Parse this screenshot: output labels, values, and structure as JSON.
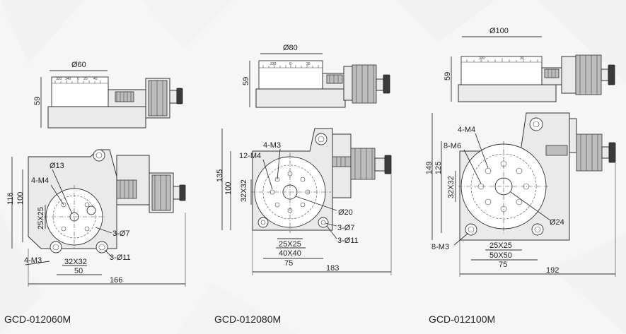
{
  "drawings": [
    {
      "model": "GCD-012060M",
      "dims": {
        "top_dia": "Ø60",
        "top_h": "59",
        "height_116": "116",
        "height_100": "100",
        "hole_dia": "Ø13",
        "thread4": "4-M4",
        "pattern_v": "25X25",
        "thread_bottom": "4-M3",
        "pattern_h": "32X32",
        "width_50": "50",
        "counterbore": "3-Ø7",
        "through": "3-Ø11",
        "total_w": "166"
      },
      "scale": [
        "320",
        "340",
        "0",
        "20",
        "40"
      ]
    },
    {
      "model": "GCD-012080M",
      "dims": {
        "top_dia": "Ø80",
        "top_h": "59",
        "height_135": "135",
        "height_100": "100",
        "thread4": "4-M3",
        "thread12": "12-M4",
        "pattern_v": "32X32",
        "center_dia": "Ø20",
        "counterbore": "3-Ø7",
        "through": "3-Ø11",
        "p25": "25X25",
        "p40": "40X40",
        "w75": "75",
        "total_w": "183"
      },
      "scale": [
        "330",
        "0",
        "30"
      ]
    },
    {
      "model": "GCD-012100M",
      "dims": {
        "top_dia": "Ø100",
        "top_h": "59",
        "height_149": "149",
        "height_125": "125",
        "thread4": "4-M4",
        "thread8": "8-M6",
        "pattern_v": "32X32",
        "center_dia": "Ø24",
        "thread_bottom": "8-M3",
        "p25": "25X25",
        "p50": "50X50",
        "w75": "75",
        "total_w": "192"
      },
      "scale": [
        "330",
        "30"
      ]
    }
  ]
}
